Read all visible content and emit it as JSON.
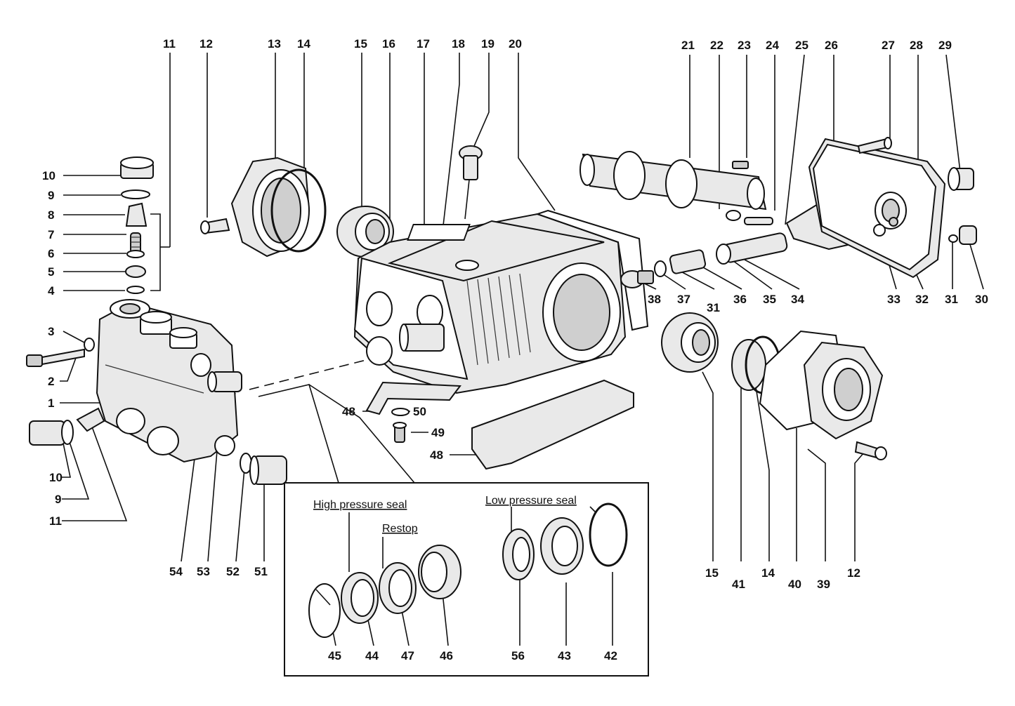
{
  "inset": {
    "high_pressure_label": "High pressure seal",
    "restop_label": "Restop",
    "low_pressure_label": "Low pressure seal"
  },
  "labels": [
    {
      "id": "l11a",
      "text": "11"
    },
    {
      "id": "l12a",
      "text": "12"
    },
    {
      "id": "l13",
      "text": "13"
    },
    {
      "id": "l14a",
      "text": "14"
    },
    {
      "id": "l15a",
      "text": "15"
    },
    {
      "id": "l16",
      "text": "16"
    },
    {
      "id": "l17",
      "text": "17"
    },
    {
      "id": "l18",
      "text": "18"
    },
    {
      "id": "l19",
      "text": "19"
    },
    {
      "id": "l20",
      "text": "20"
    },
    {
      "id": "l21",
      "text": "21"
    },
    {
      "id": "l22",
      "text": "22"
    },
    {
      "id": "l23",
      "text": "23"
    },
    {
      "id": "l24",
      "text": "24"
    },
    {
      "id": "l25",
      "text": "25"
    },
    {
      "id": "l26",
      "text": "26"
    },
    {
      "id": "l27",
      "text": "27"
    },
    {
      "id": "l28",
      "text": "28"
    },
    {
      "id": "l29",
      "text": "29"
    },
    {
      "id": "l10a",
      "text": "10"
    },
    {
      "id": "l9a",
      "text": "9"
    },
    {
      "id": "l8",
      "text": "8"
    },
    {
      "id": "l7",
      "text": "7"
    },
    {
      "id": "l6",
      "text": "6"
    },
    {
      "id": "l5",
      "text": "5"
    },
    {
      "id": "l4",
      "text": "4"
    },
    {
      "id": "l3",
      "text": "3"
    },
    {
      "id": "l2",
      "text": "2"
    },
    {
      "id": "l1",
      "text": "1"
    },
    {
      "id": "l10b",
      "text": "10"
    },
    {
      "id": "l9b",
      "text": "9"
    },
    {
      "id": "l11b",
      "text": "11"
    },
    {
      "id": "l38",
      "text": "38"
    },
    {
      "id": "l37",
      "text": "37"
    },
    {
      "id": "l31a",
      "text": "31"
    },
    {
      "id": "l36",
      "text": "36"
    },
    {
      "id": "l35",
      "text": "35"
    },
    {
      "id": "l34",
      "text": "34"
    },
    {
      "id": "l33",
      "text": "33"
    },
    {
      "id": "l32",
      "text": "32"
    },
    {
      "id": "l31b",
      "text": "31"
    },
    {
      "id": "l30",
      "text": "30"
    },
    {
      "id": "l48a",
      "text": "48"
    },
    {
      "id": "l50",
      "text": "50"
    },
    {
      "id": "l49",
      "text": "49"
    },
    {
      "id": "l48b",
      "text": "48"
    },
    {
      "id": "l54",
      "text": "54"
    },
    {
      "id": "l53",
      "text": "53"
    },
    {
      "id": "l52",
      "text": "52"
    },
    {
      "id": "l51",
      "text": "51"
    },
    {
      "id": "l15b",
      "text": "15"
    },
    {
      "id": "l41",
      "text": "41"
    },
    {
      "id": "l14b",
      "text": "14"
    },
    {
      "id": "l40",
      "text": "40"
    },
    {
      "id": "l39",
      "text": "39"
    },
    {
      "id": "l12b",
      "text": "12"
    },
    {
      "id": "l45",
      "text": "45"
    },
    {
      "id": "l44",
      "text": "44"
    },
    {
      "id": "l47",
      "text": "47"
    },
    {
      "id": "l46",
      "text": "46"
    },
    {
      "id": "l56",
      "text": "56"
    },
    {
      "id": "l43",
      "text": "43"
    },
    {
      "id": "l42",
      "text": "42"
    }
  ]
}
